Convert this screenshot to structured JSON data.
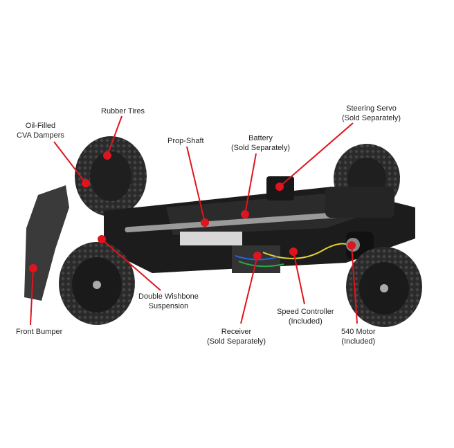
{
  "labels": {
    "rubber_tires": "Rubber Tires",
    "oil_dampers_1": "Oil-Filled",
    "oil_dampers_2": "CVA Dampers",
    "prop_shaft": "Prop-Shaft",
    "battery_1": "Battery",
    "battery_2": "(Sold Separately)",
    "steering_servo_1": "Steering Servo",
    "steering_servo_2": "(Sold Separately)",
    "double_wishbone_1": "Double Wishbone",
    "double_wishbone_2": "Suspension",
    "front_bumper": "Front Bumper",
    "receiver_1": "Receiver",
    "receiver_2": "(Sold Separately)",
    "speed_controller_1": "Speed Controller",
    "speed_controller_2": "(Included)",
    "motor_1": "540 Motor",
    "motor_2": "(Included)"
  },
  "colors": {
    "leader": "#e0141e",
    "chassis": "#1c1c1c",
    "tire": "#262626",
    "bumper": "#3a3a3a"
  }
}
